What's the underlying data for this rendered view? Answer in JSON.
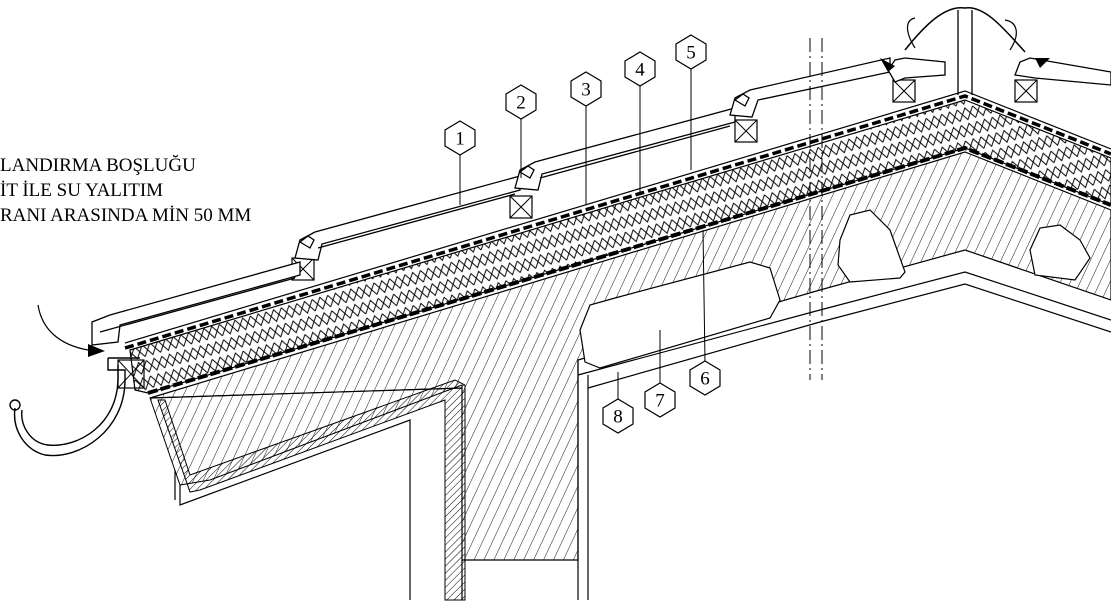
{
  "note": {
    "lines": [
      "LANDIRMA BOŞLUĞU",
      "İT İLE SU YALITIM",
      "RANI ARASINDA MİN 50 MM"
    ]
  },
  "callouts": [
    {
      "label": "1"
    },
    {
      "label": "2"
    },
    {
      "label": "3"
    },
    {
      "label": "4"
    },
    {
      "label": "5"
    },
    {
      "label": "6"
    },
    {
      "label": "7"
    },
    {
      "label": "8"
    }
  ],
  "colors": {
    "line": "#000000",
    "background": "#ffffff"
  }
}
